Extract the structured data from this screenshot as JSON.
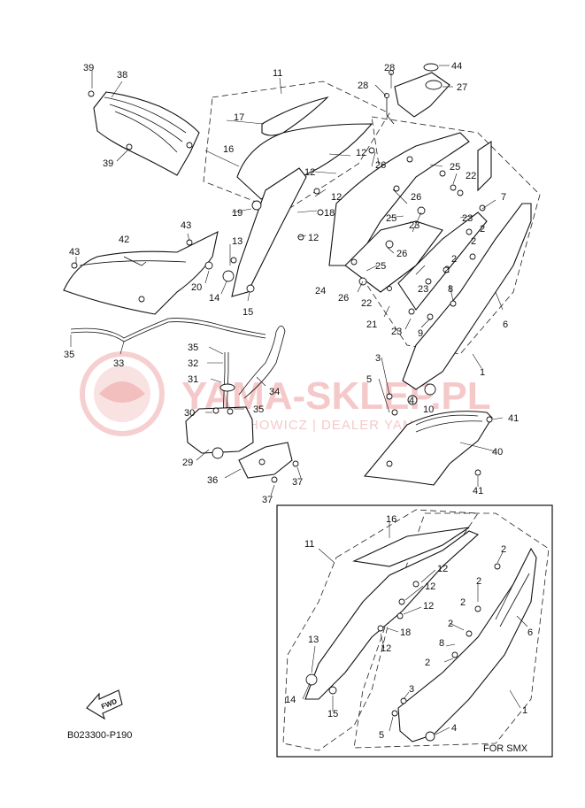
{
  "watermark": {
    "brand": "YAMA-SKLEP.PL",
    "dealer_line": "WŁOCHOWICZ | DEALER YAMAHA"
  },
  "diagram_code": "B023300-P190",
  "fwd_label": "FWD",
  "smx_label": "FOR SMX",
  "callouts_main": [
    "39",
    "38",
    "39",
    "11",
    "17",
    "16",
    "12",
    "12",
    "19",
    "18",
    "12",
    "28",
    "44",
    "28",
    "27",
    "26",
    "12",
    "25",
    "22",
    "26",
    "7",
    "25",
    "23",
    "23",
    "2",
    "26",
    "25",
    "2",
    "2",
    "2",
    "22",
    "24",
    "26",
    "23",
    "8",
    "21",
    "23",
    "9",
    "43",
    "42",
    "43",
    "13",
    "20",
    "14",
    "15",
    "6",
    "35",
    "33",
    "3",
    "5",
    "1",
    "35",
    "32",
    "31",
    "34",
    "35",
    "4",
    "10",
    "41",
    "30",
    "29",
    "40",
    "37",
    "36",
    "37",
    "41"
  ],
  "callouts_smx": [
    "16",
    "11",
    "12",
    "12",
    "12",
    "2",
    "2",
    "18",
    "12",
    "6",
    "2",
    "2",
    "8",
    "13",
    "2",
    "3",
    "14",
    "15",
    "5",
    "4",
    "1"
  ]
}
